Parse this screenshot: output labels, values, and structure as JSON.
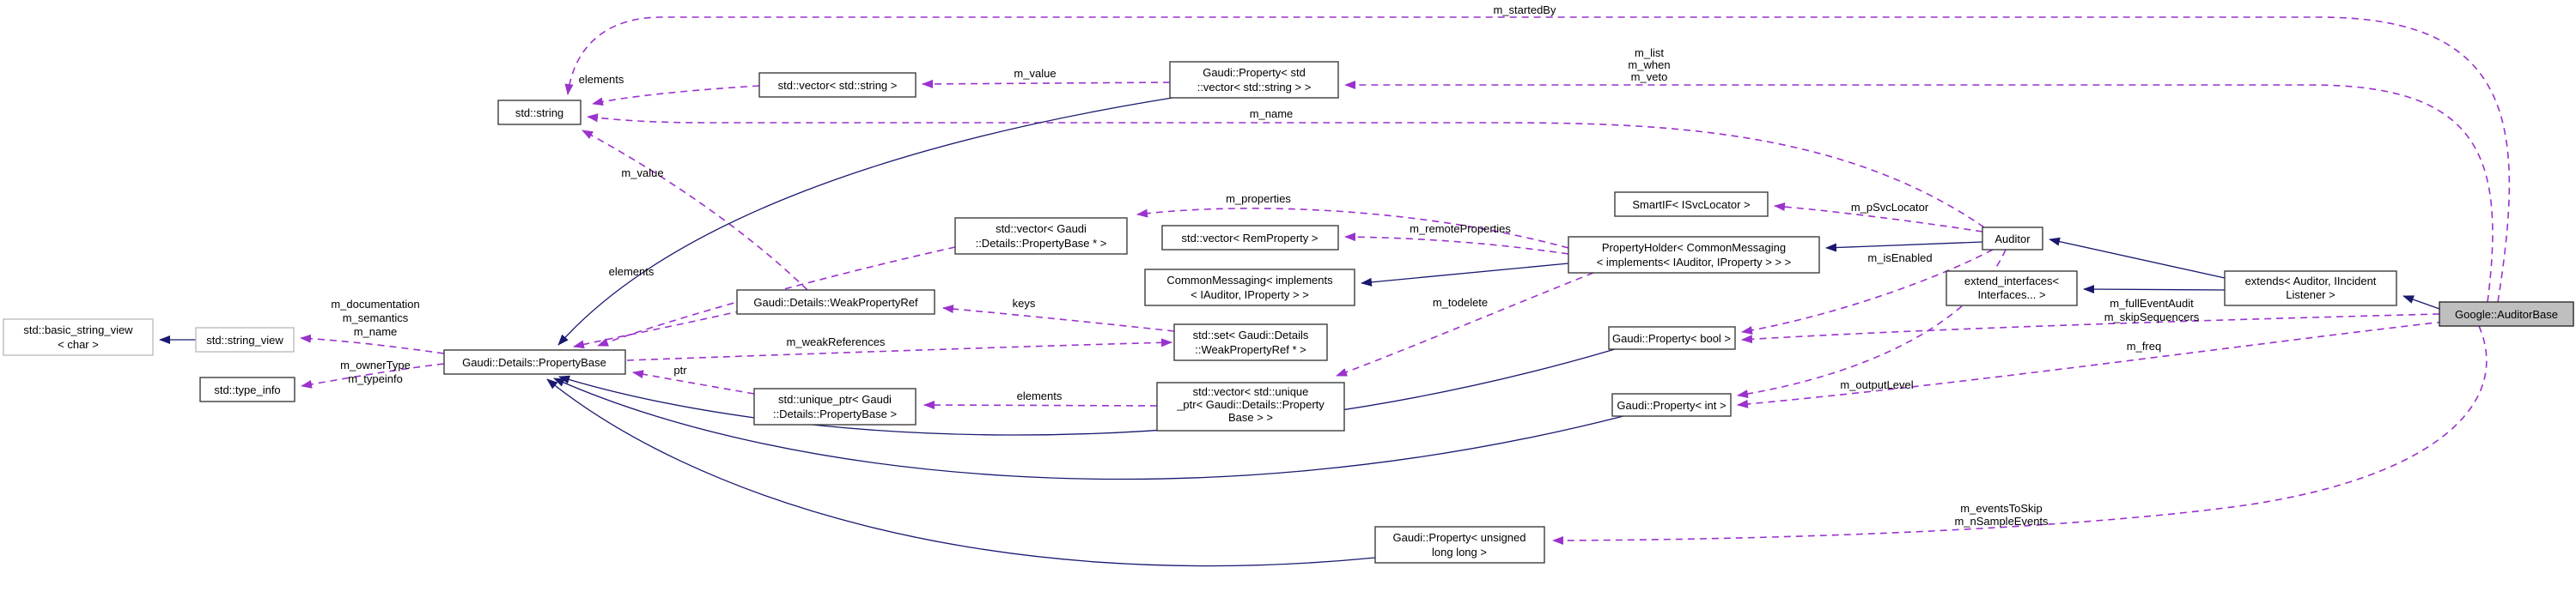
{
  "diagram_title": "Collaboration graph for Google::AuditorBase",
  "colors": {
    "inheritance_edge": "#191970",
    "usage_edge": "#9a32cd",
    "node_fill": "#ffffff",
    "node_border": "#3d3d3d",
    "external_node_border": "#bdbdbd",
    "highlight_node_fill": "#bfbfbf",
    "text": "#000000",
    "background": "#ffffff"
  },
  "nodes": {
    "basicStringView": {
      "lines": [
        "std::basic_string_view",
        "< char >"
      ]
    },
    "stringView": {
      "lines": [
        "std::string_view"
      ]
    },
    "typeInfo": {
      "lines": [
        "std::type_info"
      ]
    },
    "propertyBase": {
      "lines": [
        "Gaudi::Details::PropertyBase"
      ]
    },
    "stdString": {
      "lines": [
        "std::string"
      ]
    },
    "vectorString": {
      "lines": [
        "std::vector< std::string >"
      ]
    },
    "propVecString": {
      "lines": [
        "Gaudi::Property< std",
        "::vector< std::string > >"
      ]
    },
    "vecPropBasePtr": {
      "lines": [
        "std::vector< Gaudi",
        "::Details::PropertyBase * >"
      ]
    },
    "vecRemProperty": {
      "lines": [
        "std::vector< RemProperty >"
      ]
    },
    "commonMessaging": {
      "lines": [
        "CommonMessaging< implements",
        "< IAuditor, IProperty > >"
      ]
    },
    "weakPropertyRef": {
      "lines": [
        "Gaudi::Details::WeakPropertyRef"
      ]
    },
    "setWeakPropRef": {
      "lines": [
        "std::set< Gaudi::Details",
        "::WeakPropertyRef * >"
      ]
    },
    "uniquePtr": {
      "lines": [
        "std::unique_ptr< Gaudi",
        "::Details::PropertyBase >"
      ]
    },
    "vecUniquePtr": {
      "lines": [
        "std::vector< std::unique",
        "_ptr< Gaudi::Details::Property",
        "Base > >"
      ]
    },
    "smartIF": {
      "lines": [
        "SmartIF< ISvcLocator >"
      ]
    },
    "propertyHolder": {
      "lines": [
        "PropertyHolder< CommonMessaging",
        "< implements< IAuditor, IProperty > > >"
      ]
    },
    "propBool": {
      "lines": [
        "Gaudi::Property< bool >"
      ]
    },
    "propInt": {
      "lines": [
        "Gaudi::Property< int >"
      ]
    },
    "propULL": {
      "lines": [
        "Gaudi::Property< unsigned",
        "long long >"
      ]
    },
    "auditor": {
      "lines": [
        "Auditor"
      ]
    },
    "extendInterfaces": {
      "lines": [
        "extend_interfaces<",
        "Interfaces... >"
      ]
    },
    "extendsBox": {
      "lines": [
        "extends< Auditor, IIncident",
        "Listener >"
      ]
    },
    "googleAuditorBase": {
      "lines": [
        "Google::AuditorBase"
      ]
    }
  },
  "edge_labels": {
    "m_startedBy": "m_startedBy",
    "m_list": "m_list",
    "m_when": "m_when",
    "m_veto": "m_veto",
    "m_value_top": "m_value",
    "elements_top": "elements",
    "m_name_long": "m_name",
    "m_value_2": "m_value",
    "m_documentation": "m_documentation",
    "m_semantics": "m_semantics",
    "m_name_pb": "m_name",
    "m_ownerType": "m_ownerType",
    "m_typeinfo": "m_typeinfo",
    "m_properties": "m_properties",
    "m_remoteProperties": "m_remoteProperties",
    "m_pSvcLocator": "m_pSvcLocator",
    "m_isEnabled": "m_isEnabled",
    "m_outputLevel": "m_outputLevel",
    "m_todelete": "m_todelete",
    "m_weakReferences": "m_weakReferences",
    "keys": "keys",
    "ptr": "ptr",
    "elements_mid": "elements",
    "elements_bottom": "elements",
    "m_fullEventAudit": "m_fullEventAudit",
    "m_skipSequencers": "m_skipSequencers",
    "m_freq": "m_freq",
    "m_eventsToSkip": "m_eventsToSkip",
    "m_nSampleEvents": "m_nSampleEvents"
  }
}
